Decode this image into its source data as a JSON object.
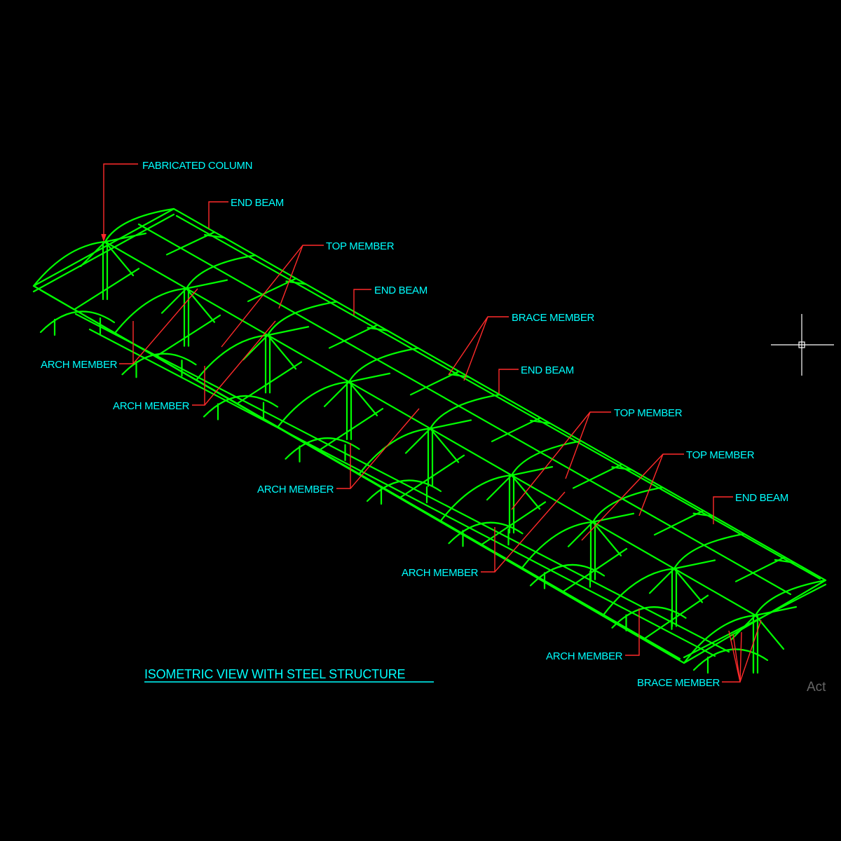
{
  "title": "ISOMETRIC VIEW  WITH  STEEL STRUCTURE",
  "stray_text": "Act",
  "colors": {
    "background": "#000000",
    "structure": "#00ff00",
    "leader": "#ff2a2a",
    "label": "#00ffff",
    "crosshair": "#ffffff"
  },
  "labels": {
    "fabricated_column": "FABRICATED COLUMN",
    "end_beam_1": "END BEAM",
    "top_member_1": "TOP MEMBER",
    "end_beam_2": "END BEAM",
    "brace_member_1": "BRACE MEMBER",
    "end_beam_3": "END BEAM",
    "top_member_2": "TOP MEMBER",
    "top_member_3": "TOP MEMBER",
    "end_beam_4": "END BEAM",
    "arch_member_1": "ARCH MEMBER",
    "arch_member_2": "ARCH MEMBER",
    "arch_member_3": "ARCH MEMBER",
    "arch_member_4": "ARCH MEMBER",
    "arch_member_5": "ARCH MEMBER",
    "brace_member_2": "BRACE MEMBER"
  }
}
